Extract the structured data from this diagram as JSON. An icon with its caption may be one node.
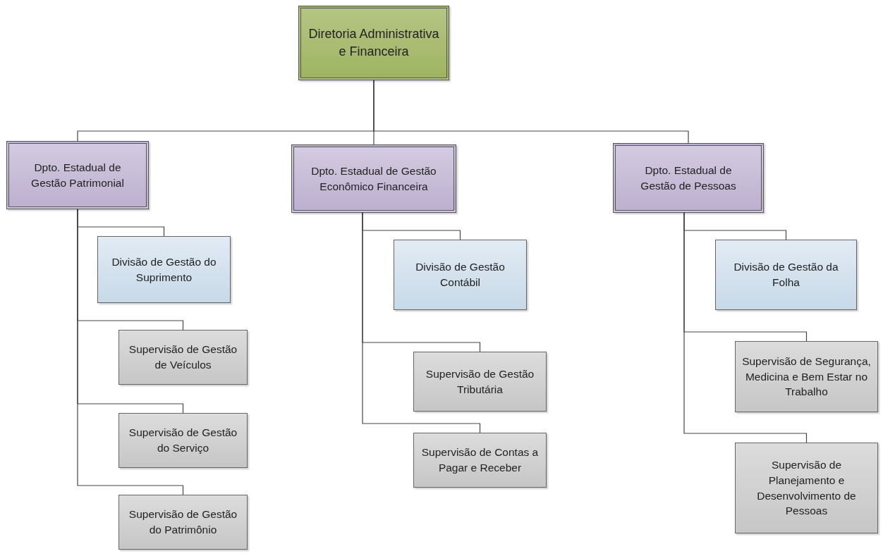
{
  "diagram": {
    "nodes": [
      {
        "text": [
          "Diretoria Administrativa e Financeira"
        ]
      },
      {
        "text": [
          "Dpto. Estadual de Gestão Patrimonial"
        ]
      },
      {
        "text": [
          "Dpto. Estadual de Gestão Econômico Financeira"
        ]
      },
      {
        "text": [
          "Dpto. Estadual de Gestão de Pessoas"
        ]
      },
      {
        "text": [
          "Divisão de Gestão do Suprimento"
        ]
      },
      {
        "text": [
          "Supervisão de Gestão de Veículos"
        ]
      },
      {
        "text": [
          "Supervisão de Gestão do Serviço"
        ]
      },
      {
        "text": [
          "Supervisão de Gestão do Patrimônio"
        ]
      },
      {
        "text": [
          "Divisão de Gestão Contábil"
        ]
      },
      {
        "text": [
          "Supervisão de Gestão Tributária"
        ]
      },
      {
        "text": [
          "Supervisão de Contas a Pagar e Receber"
        ]
      },
      {
        "text": [
          "Divisão de Gestão da Folha"
        ]
      },
      {
        "text": [
          "Supervisão de Segurança, Medicina e Bem Estar no Trabalho"
        ]
      },
      {
        "text": [
          "Supervisão de Planejamento e Desenvolvimento de Pessoas"
        ]
      }
    ],
    "edges": [
      {
        "from": 0,
        "to": 1,
        "arrow": "none"
      },
      {
        "from": 0,
        "to": 2,
        "arrow": "none"
      },
      {
        "from": 0,
        "to": 3,
        "arrow": "none"
      },
      {
        "from": 1,
        "to": 4,
        "arrow": "none"
      },
      {
        "from": 1,
        "to": 5,
        "arrow": "none"
      },
      {
        "from": 1,
        "to": 6,
        "arrow": "none"
      },
      {
        "from": 1,
        "to": 7,
        "arrow": "none"
      },
      {
        "from": 2,
        "to": 8,
        "arrow": "none"
      },
      {
        "from": 2,
        "to": 9,
        "arrow": "none"
      },
      {
        "from": 2,
        "to": 10,
        "arrow": "none"
      },
      {
        "from": 3,
        "to": 11,
        "arrow": "none"
      },
      {
        "from": 3,
        "to": 12,
        "arrow": "none"
      },
      {
        "from": 3,
        "to": 13,
        "arrow": "none"
      }
    ]
  }
}
